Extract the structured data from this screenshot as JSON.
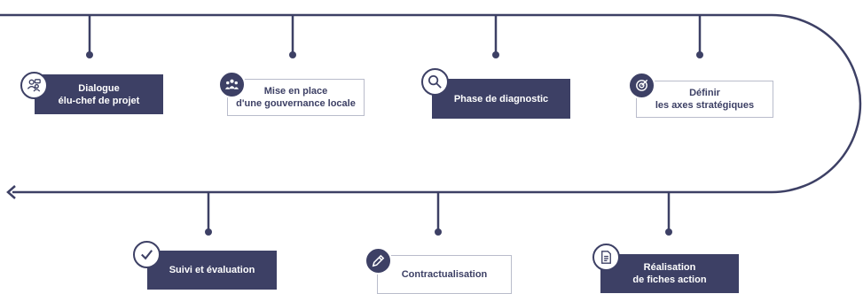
{
  "diagram": {
    "colors": {
      "primary": "#3d4065",
      "box_border": "#b9bccb",
      "background": "#ffffff"
    },
    "steps": [
      {
        "label": "Dialogue\nélu-chef de projet",
        "style": "dark",
        "icon": "users-icon",
        "row": "top"
      },
      {
        "label": "Mise en place\nd'une gouvernance locale",
        "style": "light",
        "icon": "group-icon",
        "row": "top"
      },
      {
        "label": "Phase de diagnostic",
        "style": "dark",
        "icon": "search-icon",
        "row": "top"
      },
      {
        "label": "Définir\nles axes stratégiques",
        "style": "light",
        "icon": "target-icon",
        "row": "top"
      },
      {
        "label": "Suivi et évaluation",
        "style": "dark",
        "icon": "checkmark-icon",
        "row": "bottom"
      },
      {
        "label": "Contractualisation",
        "style": "light",
        "icon": "pen-icon",
        "row": "bottom"
      },
      {
        "label": "Réalisation\nde fiches action",
        "style": "dark",
        "icon": "document-icon",
        "row": "bottom"
      }
    ]
  }
}
